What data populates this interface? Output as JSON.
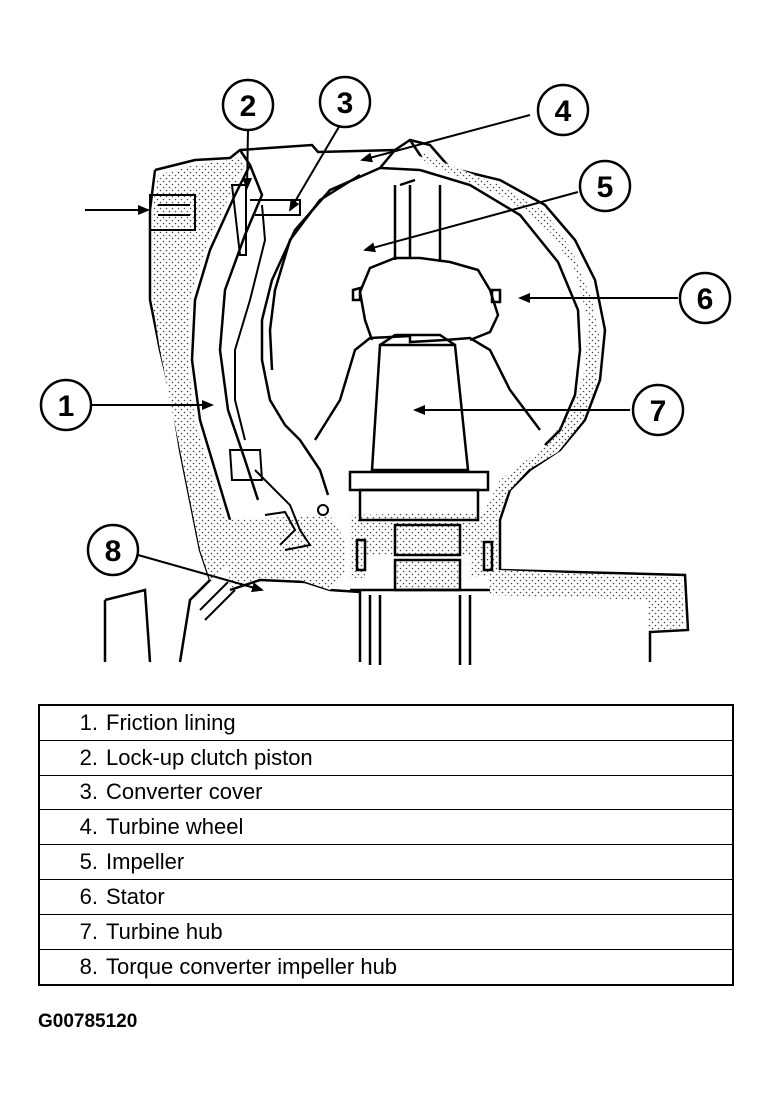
{
  "callouts": [
    "1",
    "2",
    "3",
    "4",
    "5",
    "6",
    "7",
    "8"
  ],
  "legend": [
    {
      "num": "1.",
      "text": "Friction lining"
    },
    {
      "num": "2.",
      "text": "Lock-up clutch piston"
    },
    {
      "num": "3.",
      "text": "Converter cover"
    },
    {
      "num": "4.",
      "text": "Turbine wheel"
    },
    {
      "num": "5.",
      "text": "Impeller"
    },
    {
      "num": "6.",
      "text": "Stator"
    },
    {
      "num": "7.",
      "text": "Turbine hub"
    },
    {
      "num": "8.",
      "text": "Torque converter impeller hub"
    }
  ],
  "figure_id": "G00785120"
}
